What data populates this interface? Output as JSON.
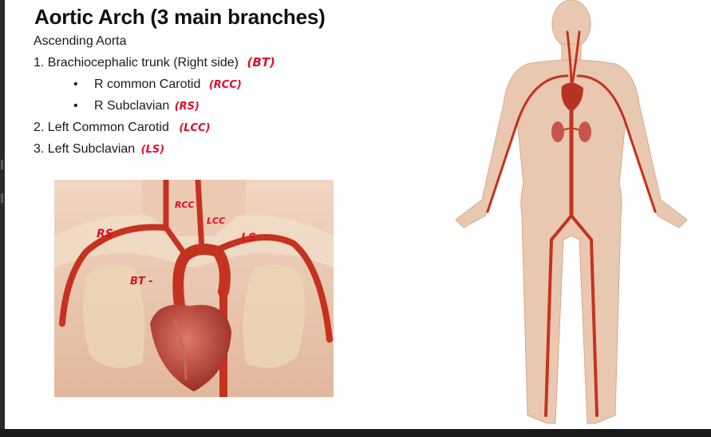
{
  "slide": {
    "title": "Aortic Arch (3 main branches)",
    "subtitle": "Ascending Aorta",
    "items": [
      {
        "text": "1. Brachiocephalic trunk (Right side)",
        "note": "(BT)"
      },
      {
        "text": "2. Left Common Carotid",
        "note": "(LCC)"
      },
      {
        "text": "3. Left Subclavian",
        "note": "(LS)"
      }
    ],
    "sub_items": [
      {
        "bullet": "•",
        "text": "R common Carotid",
        "note": "(RCC)"
      },
      {
        "bullet": "•",
        "text": "R Subclavian",
        "note": "(RS)"
      }
    ]
  },
  "annotations": {
    "rs": "RS",
    "rcc": "RCC",
    "lcc": "LCC",
    "ls": "LS",
    "bt": "BT -"
  },
  "colors": {
    "artery": "#c4331f",
    "skin": "#e9c8b1",
    "annotation": "#e0102a"
  }
}
